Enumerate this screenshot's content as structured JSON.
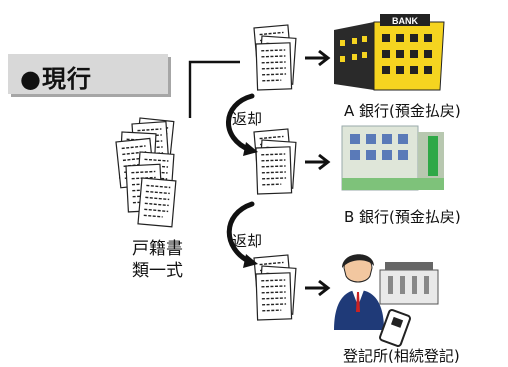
{
  "tag": {
    "label": "●現行"
  },
  "documents": {
    "label_line1": "戸籍書",
    "label_line2": "類一式"
  },
  "returns": [
    {
      "label": "返却"
    },
    {
      "label": "返却"
    }
  ],
  "destinations": [
    {
      "label": "A 銀行(預金払戻)",
      "sign": "BANK"
    },
    {
      "label": "B 銀行(預金払戻)"
    },
    {
      "label": "登記所(相続登記)"
    }
  ]
}
